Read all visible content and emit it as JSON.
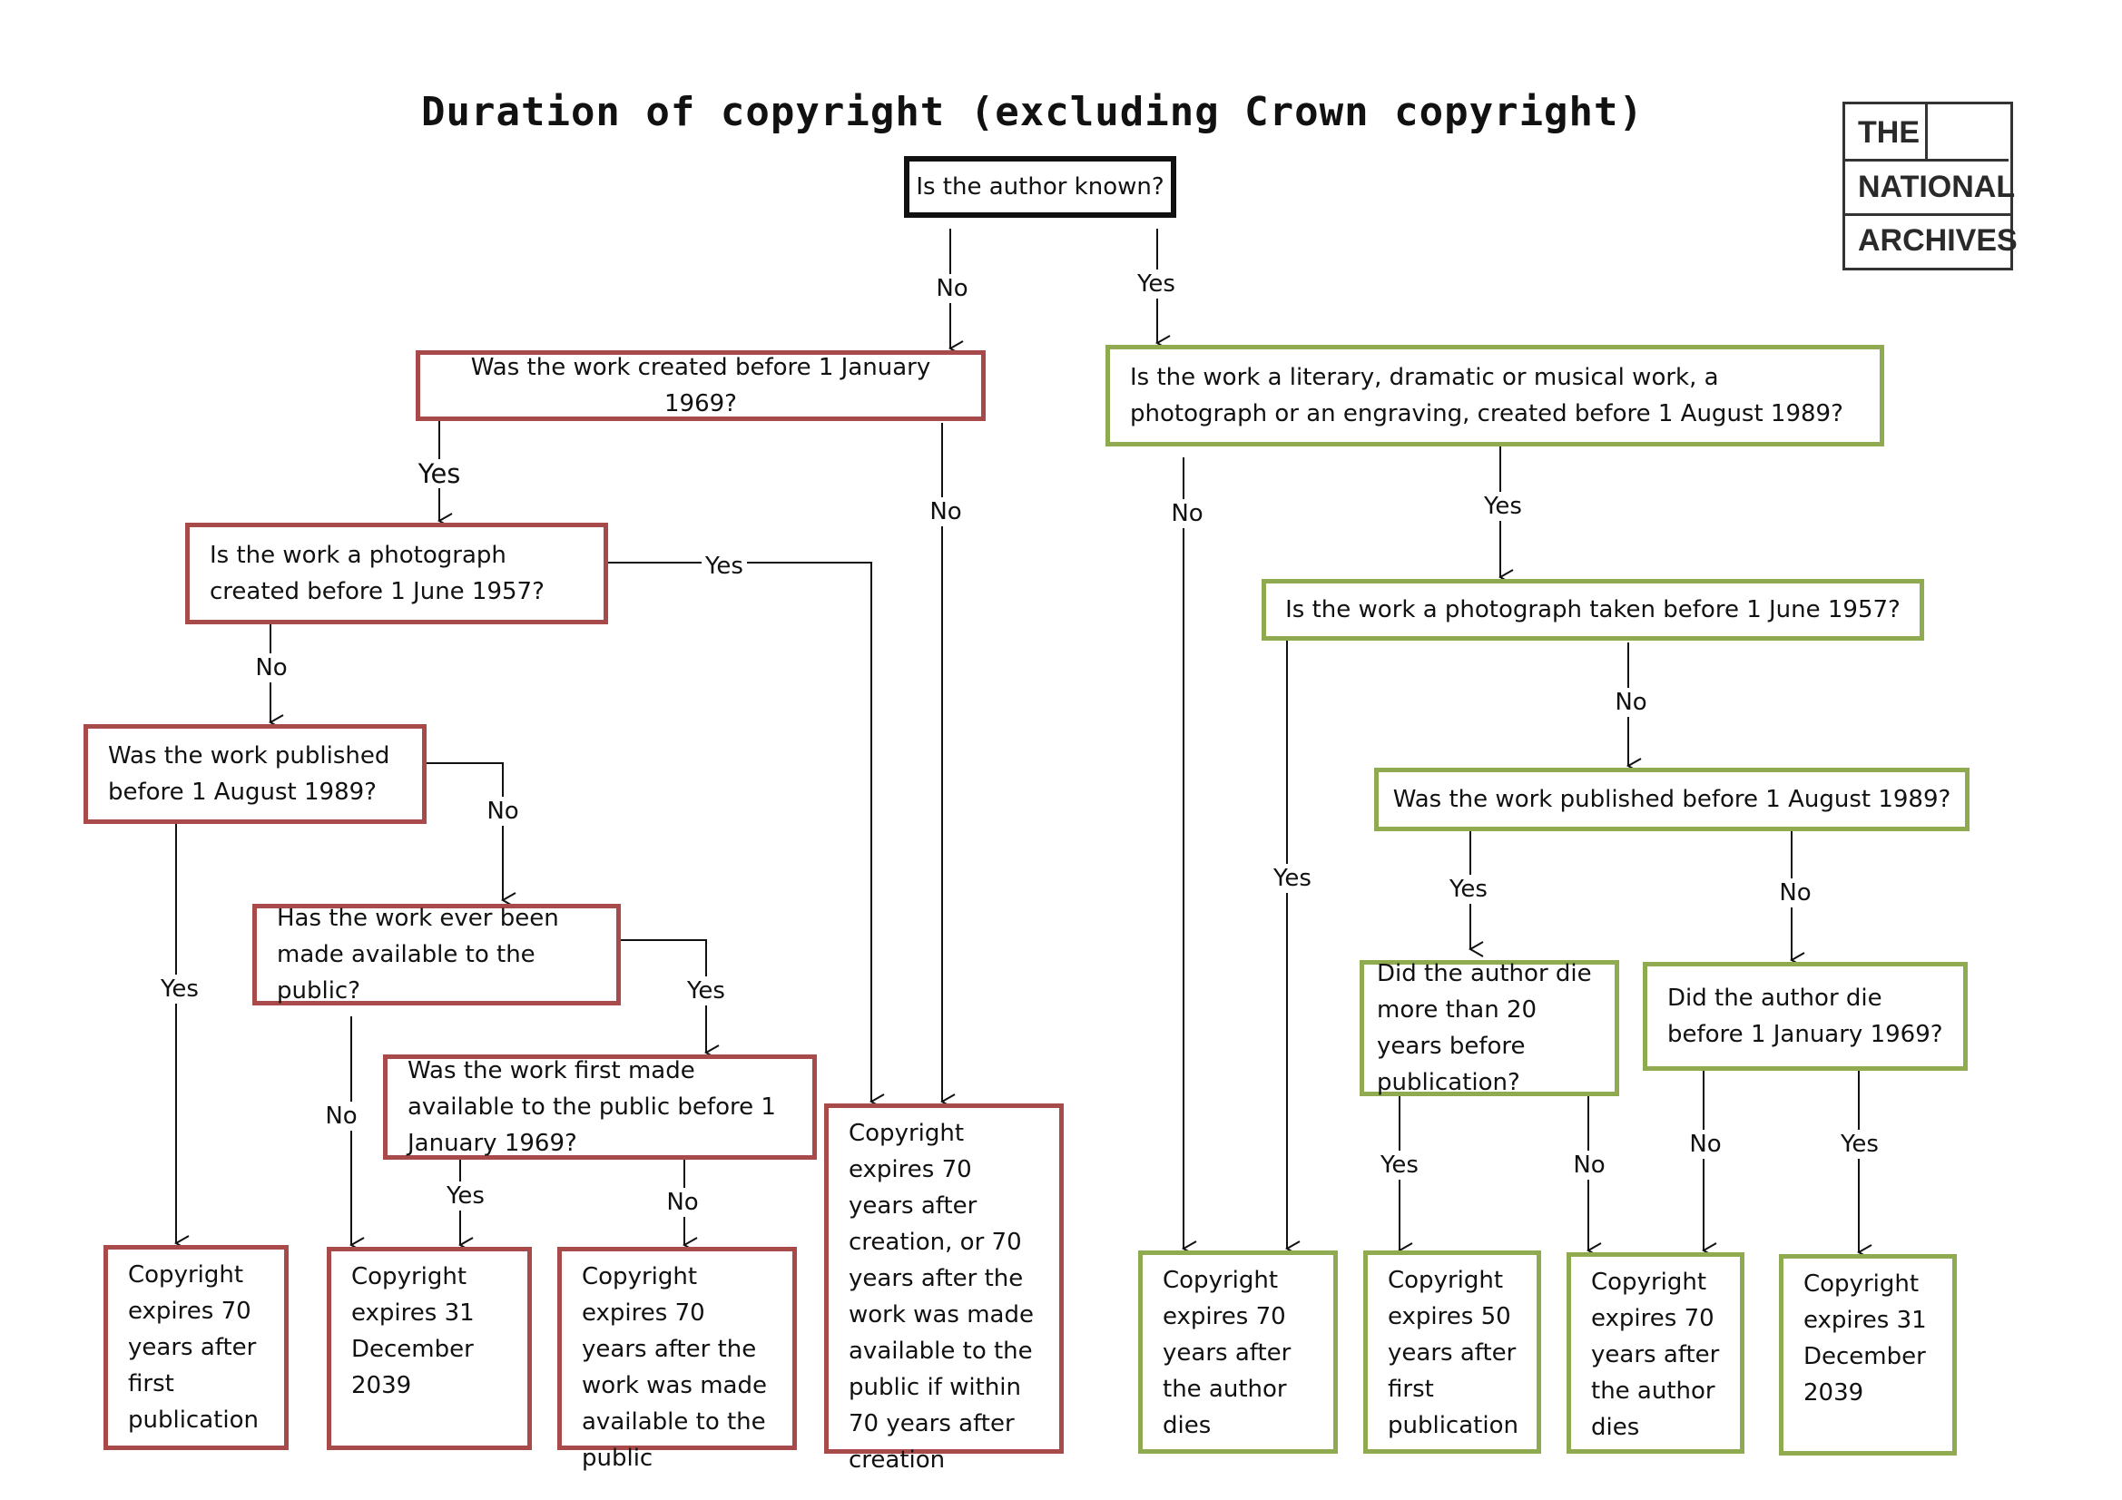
{
  "title": "Duration of copyright (excluding Crown copyright)",
  "logo": {
    "line1": "THE",
    "line2": "NATIONAL",
    "line3": "ARCHIVES"
  },
  "colors": {
    "unknown_author_branch": "#a84a4a",
    "known_author_branch": "#8faa4f",
    "root": "#111111"
  },
  "nodes": {
    "root": "Is the author known?",
    "u_created_1969": "Was the work created before 1 January 1969?",
    "u_photo_1957": "Is the work a photograph created before 1 June 1957?",
    "u_published_1989": "Was the work published before 1 August 1989?",
    "u_made_available": "Has the work ever been made available to the public?",
    "u_first_available_1969": "Was the work first made available to the public before 1 January 1969?",
    "k_literary_1989": "Is the work a literary, dramatic or musical work, a photograph or an engraving, created before 1 August 1989?",
    "k_photo_1957": "Is the work a photograph taken before 1 June 1957?",
    "k_published_1989": "Was the work published before 1 August 1989?",
    "k_died_20_years": "Did the author die more than 20 years before publication?",
    "k_died_1969": "Did the author die before 1 January 1969?"
  },
  "outcomes": {
    "u_70_first_publication": "Copyright expires 70 years after first publication",
    "u_31_dec_2039": "Copyright expires 31 December 2039",
    "u_70_made_available": "Copyright expires 70 years after the work was made available to the public",
    "u_70_creation": "Copyright expires 70 years after creation, or 70 years after the work was made available to the public if within 70 years after creation",
    "k_70_author_dies_a": "Copyright expires 70 years after the author dies",
    "k_50_first_publication": "Copyright expires 50 years after first publication",
    "k_70_author_dies_b": "Copyright expires 70 years after the author dies",
    "k_31_dec_2039": "Copyright expires 31 December 2039"
  },
  "edge_labels": {
    "yes": "Yes",
    "no": "No"
  }
}
